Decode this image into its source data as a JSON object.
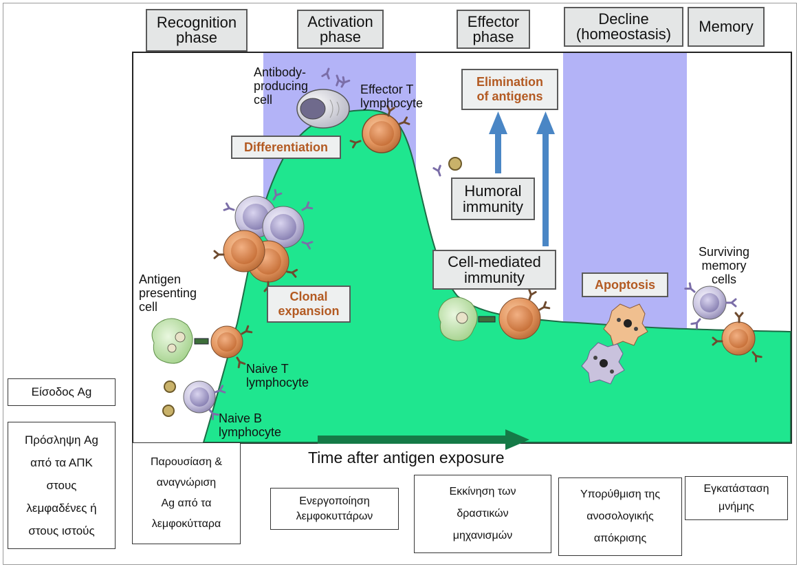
{
  "phases": [
    {
      "id": "recognition",
      "label": "Recognition\nphase"
    },
    {
      "id": "activation",
      "label": "Activation\nphase"
    },
    {
      "id": "effector",
      "label": "Effector\nphase"
    },
    {
      "id": "decline",
      "label": "Decline\n(homeostasis)"
    },
    {
      "id": "memory",
      "label": "Memory"
    }
  ],
  "stages": {
    "differentiation": "Differentiation",
    "clonal_expansion": "Clonal\nexpansion",
    "elimination": "Elimination\nof antigens",
    "apoptosis": "Apoptosis"
  },
  "immunity": {
    "humoral": "Humoral\nimmunity",
    "cell_mediated": "Cell-mediated\nimmunity"
  },
  "cell_labels": {
    "antibody_producing": "Antibody-\nproducing\ncell",
    "effector_t": "Effector T\nlymphocyte",
    "antigen_presenting": "Antigen\npresenting\ncell",
    "naive_t": "Naive T\nlymphocyte",
    "naive_b": "Naive B\nlymphocyte",
    "surviving_memory": "Surviving\nmemory\ncells"
  },
  "axis": {
    "time_label": "Time after antigen exposure"
  },
  "greek_boxes": {
    "antigen_entry": "Είσοδος Ag",
    "antigen_uptake": "Πρόσληψη Ag\nαπό τα ΑΠΚ\nστους\nλεμφαδένες ή\nστους ιστούς",
    "presentation": "Παρουσίαση &\nαναγνώριση\nAg από τα\nλεμφοκύτταρα",
    "activation": "Ενεργοποίηση\nλεμφοκυττάρων",
    "effector_start": "Εκκίνηση των\nδραστικών\nμηχανισμών",
    "downregulation": "Υπορύθμιση της\nανοσολογικής\nαπόκρισης",
    "memory_establish": "Εγκατάσταση\nμνήμης"
  },
  "colors": {
    "response_curve": "#1fe68f",
    "phase_band": "#b3b3f7",
    "stage_text": "#b35a22",
    "arrow_blue": "#4a86c5",
    "time_arrow": "#157a47"
  }
}
